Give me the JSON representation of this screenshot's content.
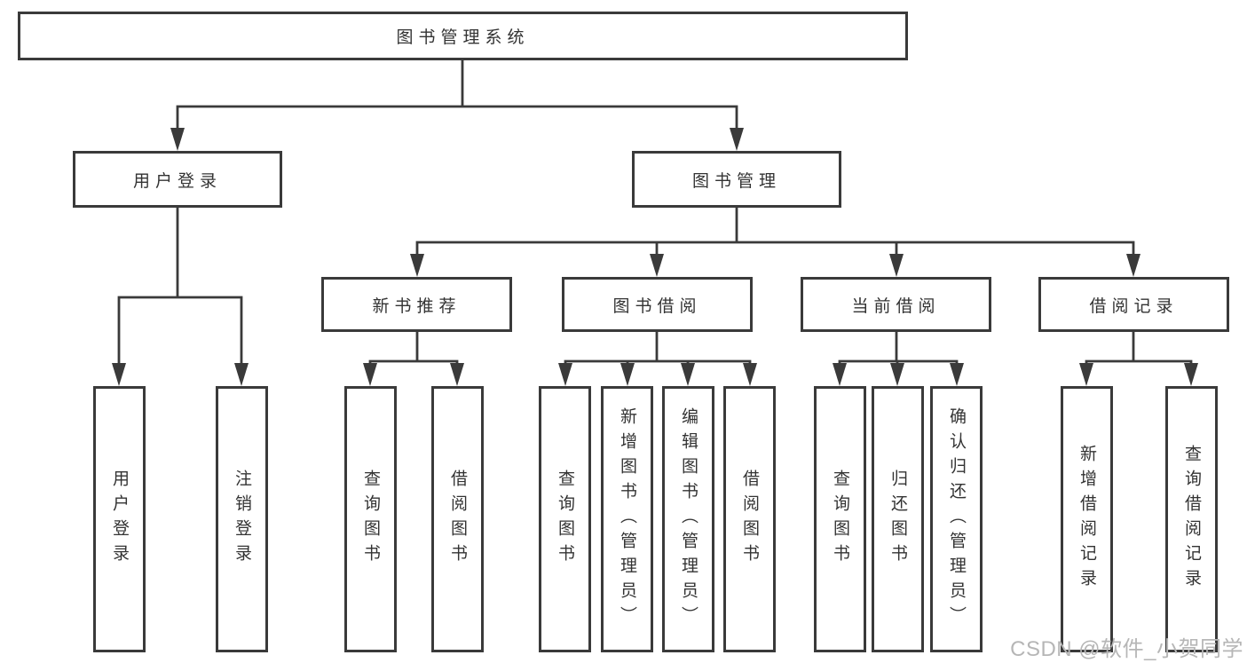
{
  "diagram": {
    "tree": {
      "root": {
        "label": "图书管理系统"
      },
      "children": [
        {
          "label": "用户登录",
          "children": [
            {
              "label": "用户登录"
            },
            {
              "label": "注销登录"
            }
          ]
        },
        {
          "label": "图书管理",
          "children": [
            {
              "label": "新书推荐",
              "children": [
                {
                  "label": "查询图书"
                },
                {
                  "label": "借阅图书"
                }
              ]
            },
            {
              "label": "图书借阅",
              "children": [
                {
                  "label": "查询图书"
                },
                {
                  "label": "新增图书（管理员）"
                },
                {
                  "label": "编辑图书（管理员）"
                },
                {
                  "label": "借阅图书"
                }
              ]
            },
            {
              "label": "当前借阅",
              "children": [
                {
                  "label": "查询图书"
                },
                {
                  "label": "归还图书"
                },
                {
                  "label": "确认归还（管理员）"
                }
              ]
            },
            {
              "label": "借阅记录",
              "children": [
                {
                  "label": "新增借阅记录"
                },
                {
                  "label": "查询借阅记录"
                }
              ]
            }
          ]
        }
      ]
    },
    "colors": {
      "line": "#3a3a3a",
      "text": "#333333",
      "background": "#ffffff",
      "watermark": "#b6b6b6"
    }
  },
  "watermark": {
    "text": "CSDN @软件_小贺同学"
  }
}
